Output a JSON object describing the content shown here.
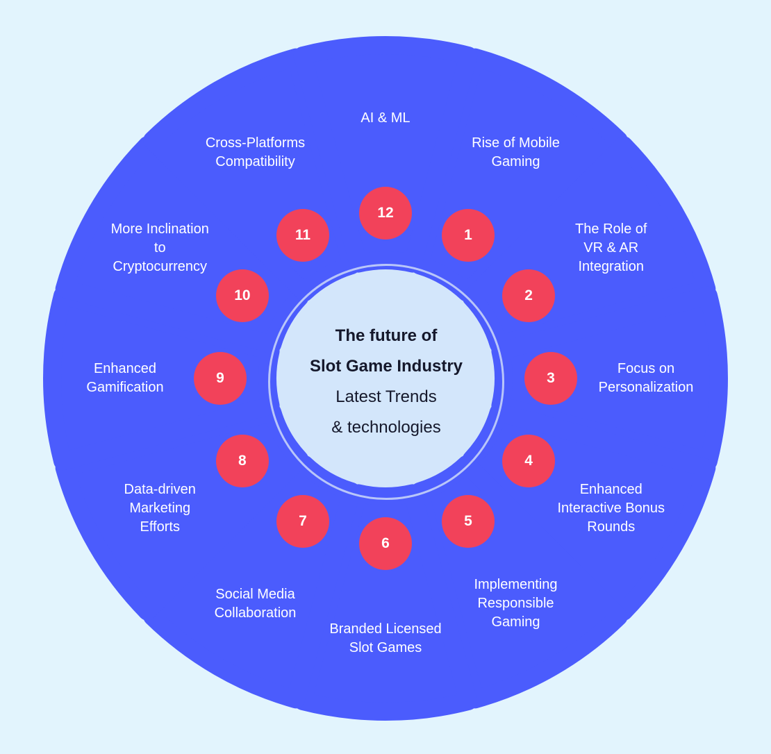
{
  "colors": {
    "background": "#e2f4fd",
    "segment": "#4b5cfd",
    "badge": "#f2425a",
    "hub_fill": "#d3e6fb",
    "hub_border": "#b9c6f9",
    "hub_text": "#15182b"
  },
  "center": {
    "title_line1": "The future of",
    "title_line2": "Slot Game Industry",
    "subtitle_line1": "Latest Trends",
    "subtitle_line2": "& technologies"
  },
  "segments": [
    {
      "number": "1",
      "label": "Rise of Mobile\nGaming"
    },
    {
      "number": "2",
      "label": "The Role of\nVR & AR\nIntegration"
    },
    {
      "number": "3",
      "label": "Focus on\nPersonalization"
    },
    {
      "number": "4",
      "label": "Enhanced\nInteractive Bonus\nRounds"
    },
    {
      "number": "5",
      "label": "Implementing\nResponsible\nGaming"
    },
    {
      "number": "6",
      "label": "Branded Licensed\nSlot Games"
    },
    {
      "number": "7",
      "label": "Social Media\nCollaboration"
    },
    {
      "number": "8",
      "label": "Data-driven\nMarketing\nEfforts"
    },
    {
      "number": "9",
      "label": "Enhanced\nGamification"
    },
    {
      "number": "10",
      "label": "More Inclination\nto\nCryptocurrency"
    },
    {
      "number": "11",
      "label": "Cross-Platforms\nCompatibility"
    },
    {
      "number": "12",
      "label": "AI & ML"
    }
  ]
}
